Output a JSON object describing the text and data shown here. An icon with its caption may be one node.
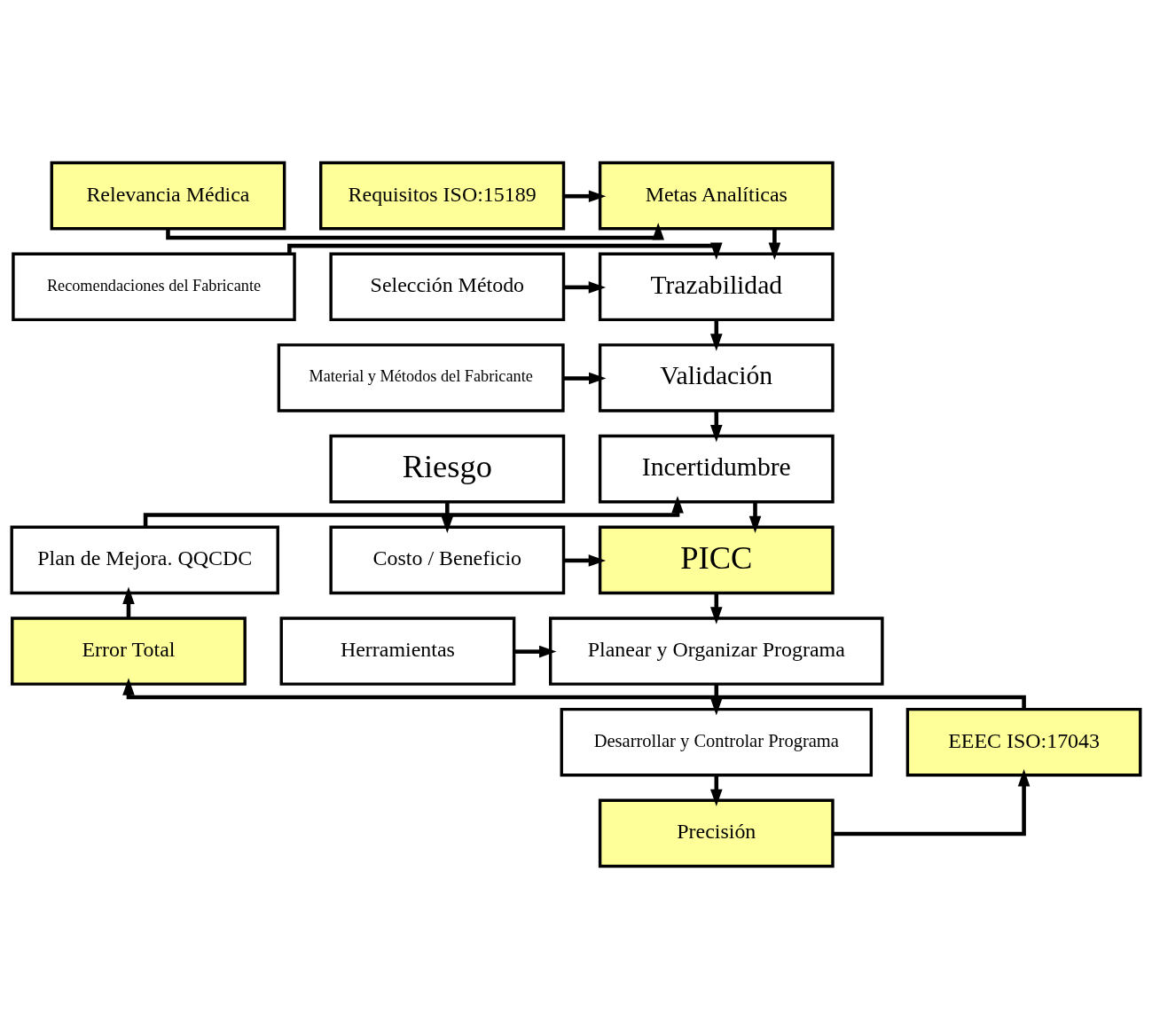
{
  "diagram": {
    "nodes": [
      {
        "text": [
          "Relevancia Médica"
        ]
      },
      {
        "text": [
          "Metas Analíticas"
        ]
      },
      {
        "text": [
          "Requisitos ISO:15189"
        ]
      },
      {
        "text": [
          "Selección Método"
        ]
      },
      {
        "text": [
          "Trazabilidad"
        ]
      },
      {
        "text": [
          "Recomendaciones del Fabricante"
        ]
      },
      {
        "text": [
          "Validación"
        ]
      },
      {
        "text": [
          "Material y Métodos del Fabricante"
        ]
      },
      {
        "text": [
          "Incertidumbre"
        ]
      },
      {
        "text": [
          "Riesgo"
        ]
      },
      {
        "text": [
          "Plan de Mejora. QQCDC"
        ]
      },
      {
        "text": [
          "PICC"
        ]
      },
      {
        "text": [
          "Costo / Beneficio"
        ]
      },
      {
        "text": [
          "Error Total"
        ]
      },
      {
        "text": [
          "Planear y Organizar Programa"
        ]
      },
      {
        "text": [
          "Herramientas"
        ]
      },
      {
        "text": [
          "EEEC ISO:17043"
        ]
      },
      {
        "text": [
          "Desarrollar y Controlar Programa"
        ]
      },
      {
        "text": [
          "Precisión"
        ]
      }
    ],
    "edges": [
      {
        "from": 0,
        "to": 1,
        "arrow": "to"
      },
      {
        "from": 2,
        "to": 1,
        "arrow": "to"
      },
      {
        "from": 1,
        "to": 4,
        "arrow": "to"
      },
      {
        "from": 3,
        "to": 4,
        "arrow": "to"
      },
      {
        "from": 5,
        "to": 4,
        "arrow": "to"
      },
      {
        "from": 4,
        "to": 6,
        "arrow": "to"
      },
      {
        "from": 7,
        "to": 6,
        "arrow": "to"
      },
      {
        "from": 6,
        "to": 8,
        "arrow": "to"
      },
      {
        "from": 10,
        "to": 8,
        "arrow": "to"
      },
      {
        "from": 8,
        "to": 11,
        "arrow": "to"
      },
      {
        "from": 9,
        "to": 12,
        "arrow": "to"
      },
      {
        "from": 12,
        "to": 11,
        "arrow": "to"
      },
      {
        "from": 11,
        "to": 14,
        "arrow": "to"
      },
      {
        "from": 15,
        "to": 14,
        "arrow": "to"
      },
      {
        "from": 14,
        "to": 17,
        "arrow": "to"
      },
      {
        "from": 17,
        "to": 18,
        "arrow": "to"
      },
      {
        "from": 18,
        "to": 16,
        "arrow": "to"
      },
      {
        "from": 16,
        "to": 13,
        "arrow": "to"
      },
      {
        "from": 13,
        "to": 10,
        "arrow": "to"
      }
    ]
  }
}
